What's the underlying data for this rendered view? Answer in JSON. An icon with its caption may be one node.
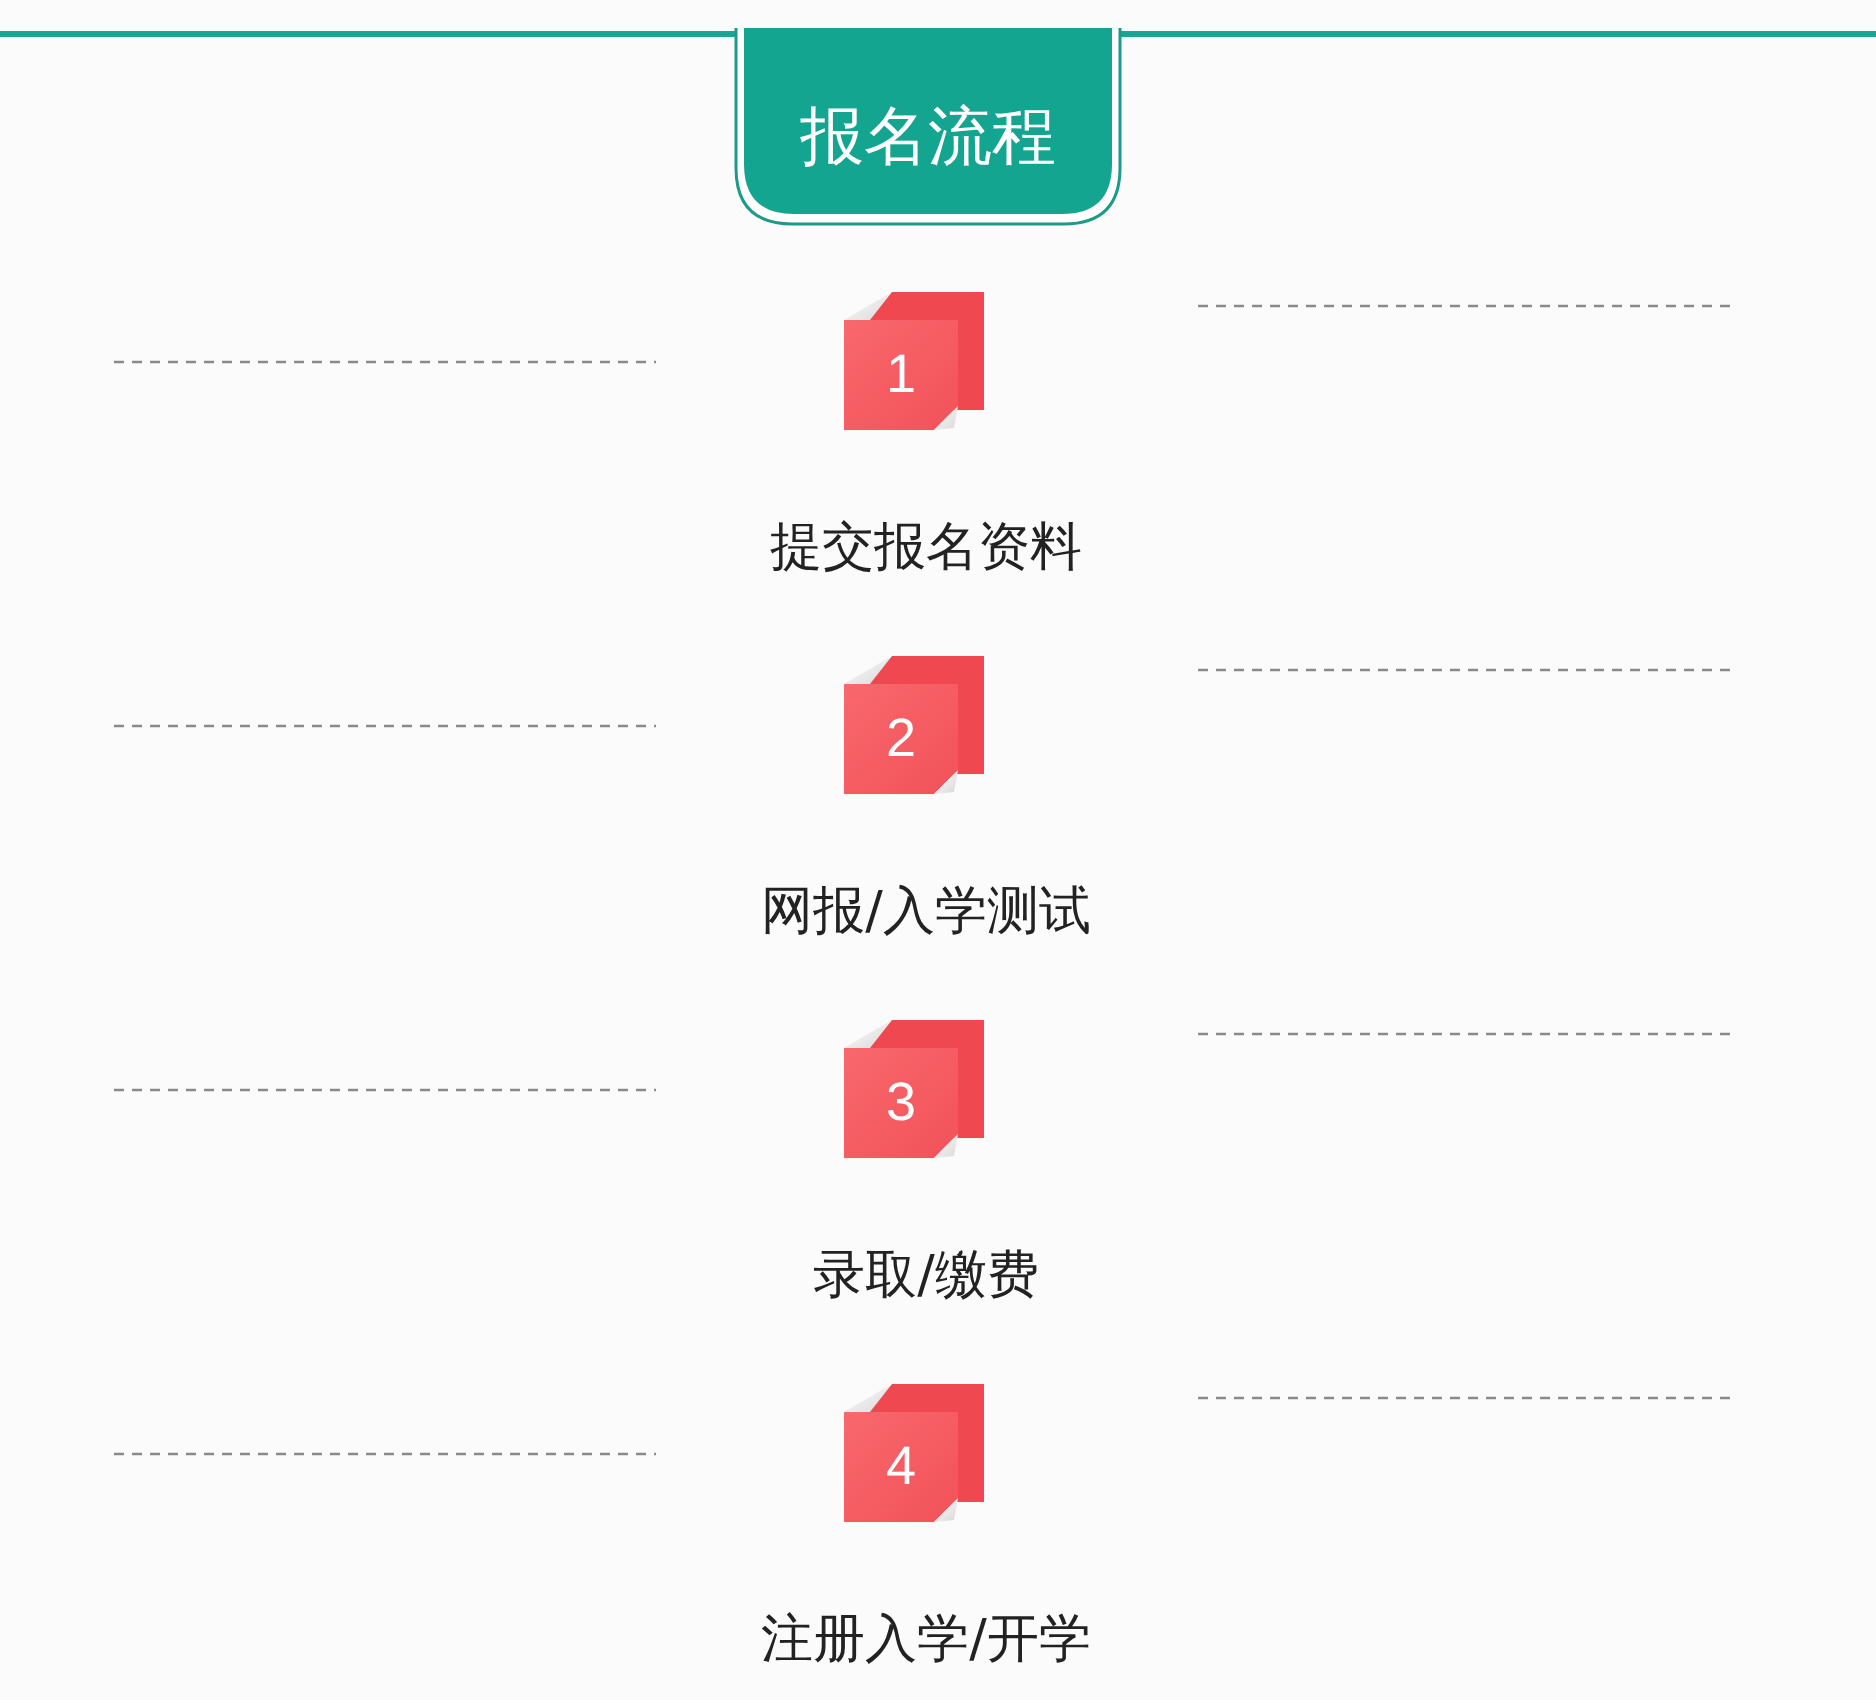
{
  "diagram": {
    "title": "报名流程",
    "nodes": [
      {
        "text": [
          "1"
        ],
        "beside": [
          "提交报名资料"
        ]
      },
      {
        "text": [
          "2"
        ],
        "beside": [
          "网报/入学测试"
        ]
      },
      {
        "text": [
          "3"
        ],
        "beside": [
          "录取/缴费"
        ]
      },
      {
        "text": [
          "4"
        ],
        "beside": [
          "注册入学/开学"
        ]
      }
    ]
  }
}
